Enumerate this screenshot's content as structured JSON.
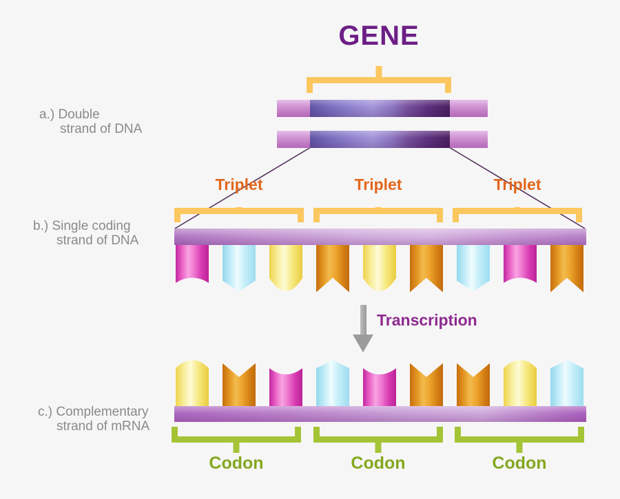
{
  "title": {
    "text": "GENE"
  },
  "section_labels": [
    {
      "id": "a",
      "line1": "a.) Double",
      "line2": "strand of DNA"
    },
    {
      "id": "b",
      "line1": "b.) Single coding",
      "line2": "strand of DNA"
    },
    {
      "id": "c",
      "line1": "c.) Complementary",
      "line2": "strand of mRNA"
    }
  ],
  "transcription_label": "Transcription",
  "triplets": [
    "Triplet",
    "Triplet",
    "Triplet"
  ],
  "codons": [
    "Codon",
    "Codon",
    "Codon"
  ],
  "dna_coding_strand": {
    "bases": [
      {
        "color": "pink",
        "shape": "concave"
      },
      {
        "color": "cyan",
        "shape": "point"
      },
      {
        "color": "yellow",
        "shape": "round"
      },
      {
        "color": "orange",
        "shape": "notch"
      },
      {
        "color": "yellow",
        "shape": "round"
      },
      {
        "color": "orange",
        "shape": "notch"
      },
      {
        "color": "cyan",
        "shape": "point"
      },
      {
        "color": "pink",
        "shape": "concave"
      },
      {
        "color": "orange",
        "shape": "notch"
      }
    ]
  },
  "mrna_strand": {
    "bases": [
      {
        "color": "yellow",
        "shape": "round"
      },
      {
        "color": "orange",
        "shape": "notch"
      },
      {
        "color": "pink",
        "shape": "concave"
      },
      {
        "color": "cyan",
        "shape": "point"
      },
      {
        "color": "pink",
        "shape": "concave"
      },
      {
        "color": "orange",
        "shape": "notch"
      },
      {
        "color": "orange",
        "shape": "notch"
      },
      {
        "color": "yellow",
        "shape": "round"
      },
      {
        "color": "cyan",
        "shape": "point"
      }
    ]
  },
  "colors": {
    "background": "#f7f6f7",
    "title_purple": "#6d1f86",
    "triplet_orange": "#e2671b",
    "codon_green": "#83a81f",
    "bracket_yellow": "#fbc75e",
    "bracket_green": "#a4c436",
    "label_gray": "#8a8a8a",
    "transcription_purple": "#8d2a8f",
    "arrow_gray": "#9b9b9b",
    "base_pink": "#e84fc0",
    "base_cyan": "#bfecf8",
    "base_yellow": "#f8ec8b",
    "base_orange": "#e9a42c"
  }
}
